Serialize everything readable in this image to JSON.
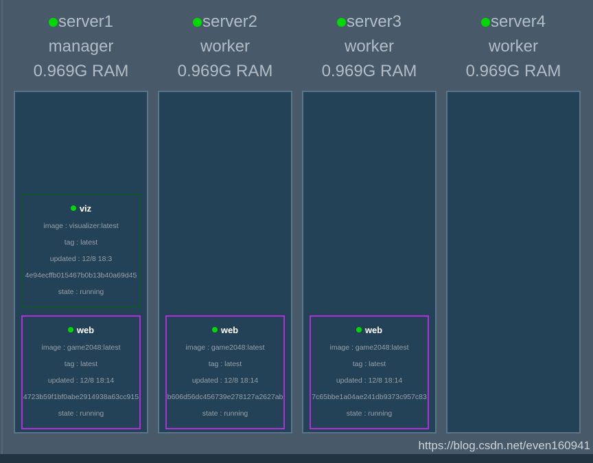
{
  "app": {
    "watermark": "https://blog.csdn.net/even160941"
  },
  "colors": {
    "background": "#48596a",
    "panel_background": "#244257",
    "panel_border": "#5b7689",
    "viz_card_border": "#14532d",
    "web_card_border": "#b02fd9",
    "status_dot_green": "#00d900",
    "header_text": "#b3bdc6",
    "card_detail_text": "#96a1ab",
    "card_title_text": "#ffffff"
  },
  "nodes": [
    {
      "name": "server1",
      "role": "manager",
      "ram": "0.969G RAM",
      "status": "green",
      "containers": [
        {
          "title": "viz",
          "status": "green",
          "type": "viz",
          "lines": {
            "image": "image : visualizer:latest",
            "tag": "tag : latest",
            "updated": "updated : 12/8 18:3",
            "hash": "4e94ecffb015467b0b13b40a69d45",
            "state": "state : running"
          }
        },
        {
          "title": "web",
          "status": "green",
          "type": "web",
          "lines": {
            "image": "image : game2048:latest",
            "tag": "tag : latest",
            "updated": "updated : 12/8 18:14",
            "hash": "4723b59f1bf0abe2914938a63cc915",
            "state": "state : running"
          }
        }
      ]
    },
    {
      "name": "server2",
      "role": "worker",
      "ram": "0.969G RAM",
      "status": "green",
      "containers": [
        {
          "title": "web",
          "status": "green",
          "type": "web",
          "lines": {
            "image": "image : game2048:latest",
            "tag": "tag : latest",
            "updated": "updated : 12/8 18:14",
            "hash": "b606d56dc456739e278127a2627ab",
            "state": "state : running"
          }
        }
      ]
    },
    {
      "name": "server3",
      "role": "worker",
      "ram": "0.969G RAM",
      "status": "green",
      "containers": [
        {
          "title": "web",
          "status": "green",
          "type": "web",
          "lines": {
            "image": "image : game2048:latest",
            "tag": "tag : latest",
            "updated": "updated : 12/8 18:14",
            "hash": "7c65bbe1a04ae241db9373c957c83",
            "state": "state : running"
          }
        }
      ]
    },
    {
      "name": "server4",
      "role": "worker",
      "ram": "0.969G RAM",
      "status": "green",
      "containers": []
    }
  ]
}
